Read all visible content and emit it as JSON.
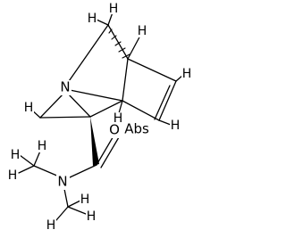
{
  "atoms": {
    "H_top": "H",
    "H_upper_left": "H",
    "H_upper_right": "H",
    "N_aziridine": "N",
    "H_vinyl_right": "H",
    "H_aziridine_ch2": "H",
    "H_bridgehead": "H",
    "H_vinyl_bottom": "H",
    "O_carbonyl": "O",
    "Abs_label": "Abs",
    "N_amide": "N",
    "H_methyl_left": "H",
    "H_methyl_lower_left": "H",
    "H_methyl_right": "H",
    "H_methyl_lower_right": "H",
    "H_methyl_bottom_left": "H",
    "H_methyl_bottom_right": "H"
  }
}
